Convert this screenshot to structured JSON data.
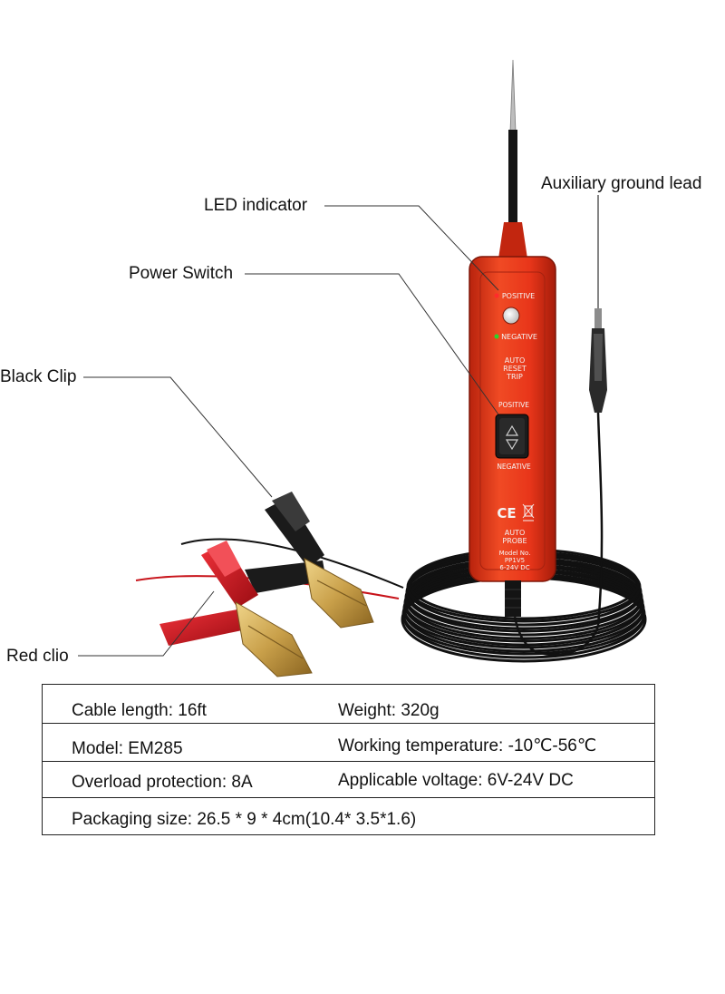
{
  "callouts": {
    "led_indicator": "LED indicator",
    "power_switch": "Power Switch",
    "black_clip": "Black Clip",
    "red_clip": "Red clio",
    "aux_ground": "Auxiliary ground lead"
  },
  "probe": {
    "positive": "POSITIVE",
    "negative": "NEGATIVE",
    "auto_reset_1": "AUTO",
    "auto_reset_2": "RESET",
    "auto_reset_3": "TRIP",
    "switch_positive": "POSITIVE",
    "switch_negative": "NEGATIVE",
    "ce": "CE",
    "auto_probe_1": "AUTO",
    "auto_probe_2": "PROBE",
    "model_1": "Model No.",
    "model_2": "PP1V5",
    "model_3": "6-24V DC"
  },
  "colors": {
    "probe_body": "#e8361a",
    "probe_dark": "#b3200c",
    "clip_red": "#d4121b",
    "clip_black": "#1b1b1b",
    "brass": "#c9a04a",
    "cable": "#111111"
  },
  "specs": [
    {
      "left": "Cable length: 16ft",
      "right": "Weight: 320g"
    },
    {
      "left": "Model: EM285",
      "right": "Working temperature: -10℃-56℃"
    },
    {
      "left": "Overload protection: 8A",
      "right": "Applicable voltage: 6V-24V DC"
    },
    {
      "left": "Packaging size: 26.5 * 9 * 4cm(10.4* 3.5*1.6)",
      "right": ""
    }
  ]
}
